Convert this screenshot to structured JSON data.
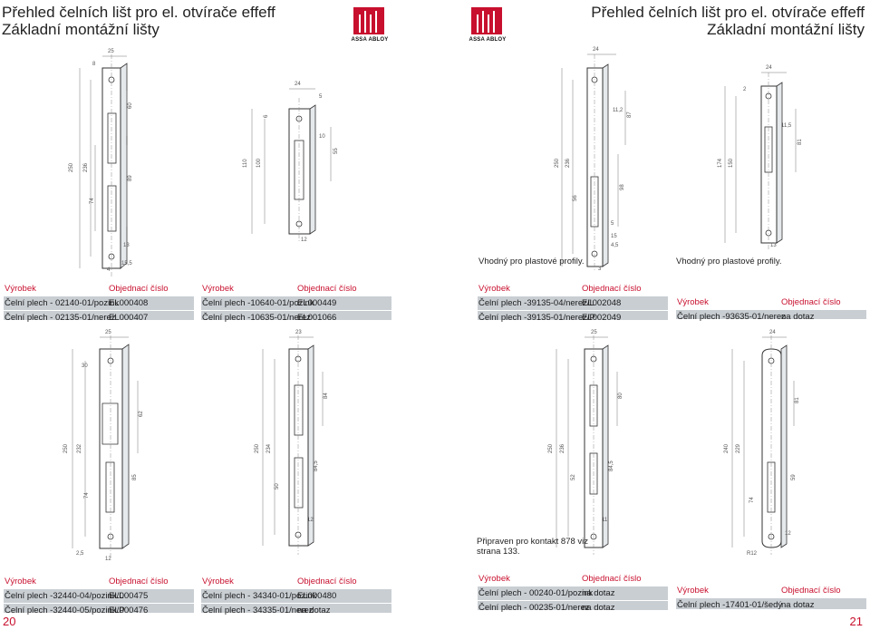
{
  "header": {
    "left_title_1": "Přehled čelních lišt pro el. otvírače effeff",
    "left_title_2": "Základní montážní lišty",
    "right_title_1": "Přehled čelních lišt pro el. otvírače effeff",
    "right_title_2": "Základní montážní lišty",
    "logo_text": "ASSA ABLOY"
  },
  "notes": {
    "plastic_1": "Vhodný pro plastové profily.",
    "plastic_2": "Vhodný pro plastové profily.",
    "contact_1": "Připraven pro kontakt 878 viz",
    "contact_2": "strana 133."
  },
  "tables": {
    "t1": {
      "h1": "Výrobek",
      "h2": "Objednací číslo",
      "rows": [
        {
          "name": "Čelní plech - 02140-01/pozink",
          "code": "EL000408"
        },
        {
          "name": "Čelní plech - 02135-01/nerez",
          "code": "EL000407"
        }
      ]
    },
    "t2": {
      "h1": "Výrobek",
      "h2": "Objednací číslo",
      "rows": [
        {
          "name": "Čelní plech -10640-01/pozink",
          "code": "EL000449"
        },
        {
          "name": "Čelní plech -10635-01/nerez",
          "code": "EL001066"
        }
      ]
    },
    "t3": {
      "h1": "Výrobek",
      "h2": "Objednací číslo",
      "rows": [
        {
          "name": "Čelní plech -39135-04/nerez/L",
          "code": "EL002048"
        },
        {
          "name": "Čelní plech -39135-01/nerez/P",
          "code": "EL002049"
        }
      ]
    },
    "t4": {
      "h1": "Výrobek",
      "h2": "Objednací číslo",
      "rows": [
        {
          "name": "Čelní plech -93635-01/nerez",
          "code": "na dotaz"
        }
      ]
    },
    "t5": {
      "h1": "Výrobek",
      "h2": "Objednací číslo",
      "rows": [
        {
          "name": "Čelní plech -32440-04/pozink/L",
          "code": "EL000475"
        },
        {
          "name": "Čelní plech -32440-05/pozink/P",
          "code": "EL000476"
        }
      ]
    },
    "t6": {
      "h1": "Výrobek",
      "h2": "Objednací číslo",
      "rows": [
        {
          "name": "Čelní plech - 34340-01/pozink",
          "code": "EL000480"
        },
        {
          "name": "Čelní plech - 34335-01/nerez",
          "code": "na dotaz"
        }
      ]
    },
    "t7": {
      "h1": "Výrobek",
      "h2": "Objednací číslo",
      "rows": [
        {
          "name": "Čelní plech - 00240-01/pozink",
          "code": "na dotaz"
        },
        {
          "name": "Čelní plech - 00235-01/nerez",
          "code": "na dotaz"
        }
      ]
    },
    "t8": {
      "h1": "Výrobek",
      "h2": "Objednací číslo",
      "rows": [
        {
          "name": "Čelní plech -17401-01/šedý",
          "code": "na dotaz"
        }
      ]
    }
  },
  "page_numbers": {
    "left": "20",
    "right": "21"
  },
  "dimensions": {
    "d1": [
      "25",
      "8",
      "250",
      "236",
      "60",
      "89",
      "74",
      "13",
      "4",
      "15,5"
    ],
    "d2": [
      "24",
      "5",
      "110",
      "100",
      "10",
      "55",
      "6",
      "12"
    ],
    "d3": [
      "24",
      "250",
      "236",
      "87",
      "11,2",
      "98",
      "56",
      "5",
      "15",
      "4,5",
      "3"
    ],
    "d4": [
      "24",
      "174",
      "150",
      "81",
      "11,5",
      "2",
      "13"
    ],
    "d5": [
      "25",
      "30",
      "250",
      "232",
      "62",
      "85",
      "74",
      "12",
      "2,5"
    ],
    "d6": [
      "23",
      "250",
      "234",
      "50",
      "84",
      "84,5",
      "12"
    ],
    "d7": [
      "25",
      "250",
      "236",
      "52",
      "80",
      "84,5",
      "11"
    ],
    "d8": [
      "24",
      "240",
      "229",
      "81",
      "59",
      "74",
      "12",
      "R12"
    ]
  }
}
